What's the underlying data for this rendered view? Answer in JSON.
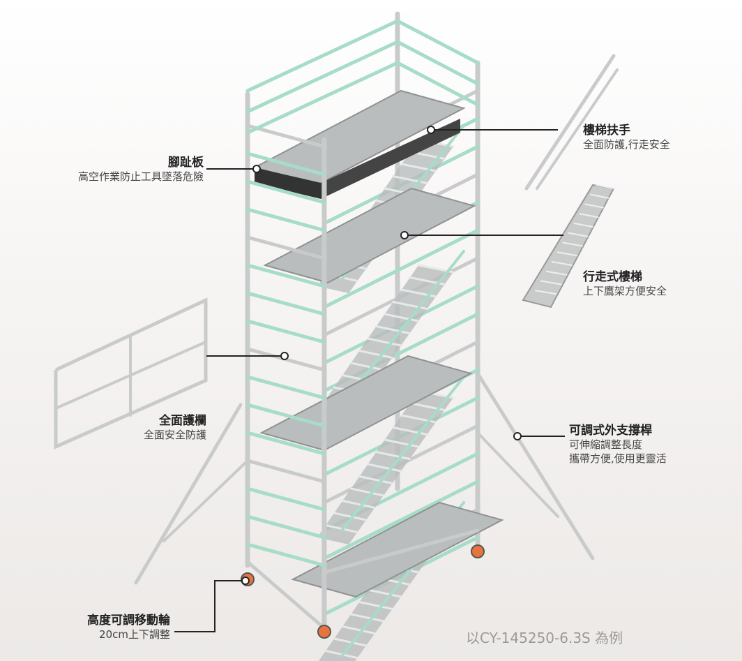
{
  "labels": {
    "toe_board": {
      "title": "腳趾板",
      "desc": "高空作業防止工具墜落危險"
    },
    "stair_handrail": {
      "title": "樓梯扶手",
      "desc": "全面防護,行走安全"
    },
    "walk_stair": {
      "title": "行走式樓梯",
      "desc": "上下鷹架方便安全"
    },
    "guardrail": {
      "title": "全面護欄",
      "desc": "全面安全防護"
    },
    "outrigger": {
      "title": "可調式外支撐桿",
      "desc1": "可伸縮調整長度",
      "desc2": "攜帶方便,使用更靈活"
    },
    "caster": {
      "title": "高度可調移動輪",
      "desc": "20cm上下調整"
    }
  },
  "caption": "以CY-145250-6.3S 為例",
  "colors": {
    "frame_green": "#a6dcc8",
    "frame_silver": "#c9cbcb",
    "platform": "#b9bdbd",
    "caster": "#e8743b"
  }
}
